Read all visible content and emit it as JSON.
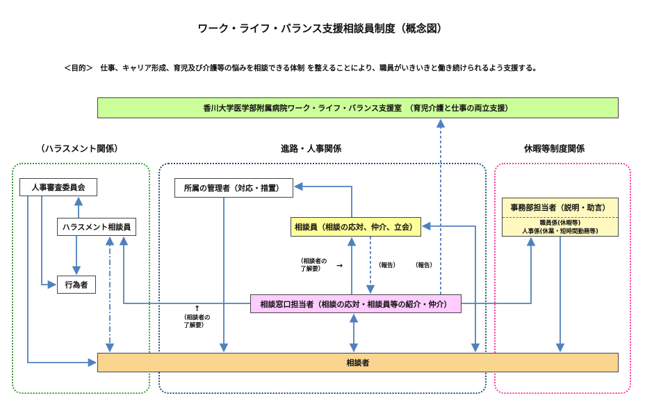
{
  "title": "ワーク・ライフ・バランス支援相談員制度（概念図）",
  "purpose": "＜目的＞　仕事、キャリア形成、育児及び介護等の悩みを相談できる体制 を整えることにより、職員がいきいきと働き続けられるよう支援する。",
  "support_office": "香川大学医学部附属病院ワーク・ライフ・バランス支援室　（育児介護と仕事の両立支援）",
  "sections": {
    "harassment": "（ハラスメント関係）",
    "career": "進路・人事関係",
    "leave": "休暇等制度関係"
  },
  "boxes": {
    "personnel_committee": "人事審査委員会",
    "harassment_counselor": "ハラスメント相談員",
    "perpetrator": "行為者",
    "manager": "所属の管理者（対応・措置）",
    "counselor": "相談員（相談の応対、仲介、立会）",
    "reception": "相談窓口担当者（相談の応対・相談員等の紹介・仲介）",
    "client": "相談者",
    "office_staff": "事務部担当者（説明・助言）",
    "staff_sub_1": "職員係(休暇等)",
    "staff_sub_2": "人事係(休業・短時間勤務等)"
  },
  "notes": {
    "consent_right_1": "（相談者の",
    "consent_right_2": "了解要）",
    "consent_right_arrow": "→",
    "report_1": "（報告）",
    "report_2": "（報告）",
    "consent_bottom_arrow": "↑",
    "consent_bottom_1": "（相談者の",
    "consent_bottom_2": "了解要）"
  },
  "colors": {
    "arrow": "#4f81bd",
    "harassment_border": "#339933",
    "career_border": "#1f497d",
    "leave_border": "#ff3399",
    "support_office_fill": "#ccff99",
    "counselor_fill": "#ffff99",
    "reception_fill": "#ffccff",
    "client_fill": "#fad590"
  }
}
